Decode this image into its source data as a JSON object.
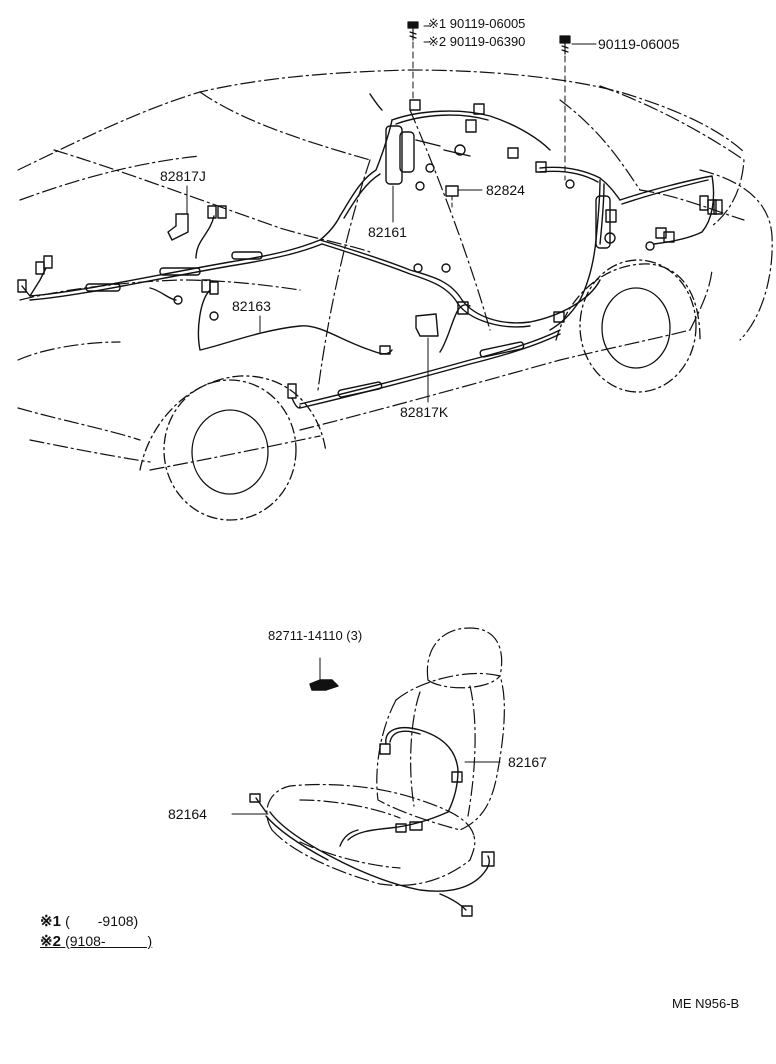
{
  "labels": {
    "bolt_note1": "※1 90119-06005",
    "bolt_note2": "※2 90119-06390",
    "bolt_right": "90119-06005",
    "p82817J": "82817J",
    "p82824": "82824",
    "p82161": "82161",
    "p82163": "82163",
    "p82817K": "82817K",
    "clip": "82711-14110 (3)",
    "p82167": "82167",
    "p82164": "82164"
  },
  "notes": {
    "n1_mark": "※1",
    "n1_range": "(　　-9108)",
    "n2_mark": "※2",
    "n2_range": "(9108-　　　)"
  },
  "ref_code": "ME N956-B"
}
